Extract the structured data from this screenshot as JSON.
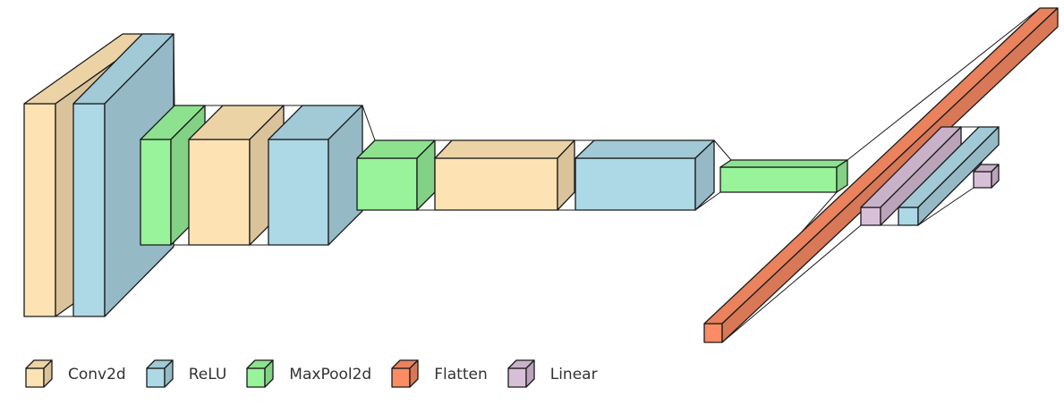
{
  "colors": {
    "conv2d": "#fde3b3",
    "relu": "#add8e6",
    "maxpool2d": "#98f39a",
    "flatten": "#fb8c64",
    "linear": "#d8bfd8",
    "stroke": "#1a1a1a"
  },
  "legend": [
    {
      "label": "Conv2d",
      "color_key": "conv2d"
    },
    {
      "label": "ReLU",
      "color_key": "relu"
    },
    {
      "label": "MaxPool2d",
      "color_key": "maxpool2d"
    },
    {
      "label": "Flatten",
      "color_key": "flatten"
    },
    {
      "label": "Linear",
      "color_key": "linear"
    }
  ],
  "layers": [
    {
      "type": "conv2d"
    },
    {
      "type": "relu"
    },
    {
      "type": "maxpool2d"
    },
    {
      "type": "conv2d"
    },
    {
      "type": "relu"
    },
    {
      "type": "maxpool2d"
    },
    {
      "type": "conv2d"
    },
    {
      "type": "relu"
    },
    {
      "type": "maxpool2d"
    },
    {
      "type": "flatten"
    },
    {
      "type": "linear"
    },
    {
      "type": "relu"
    },
    {
      "type": "linear"
    }
  ]
}
